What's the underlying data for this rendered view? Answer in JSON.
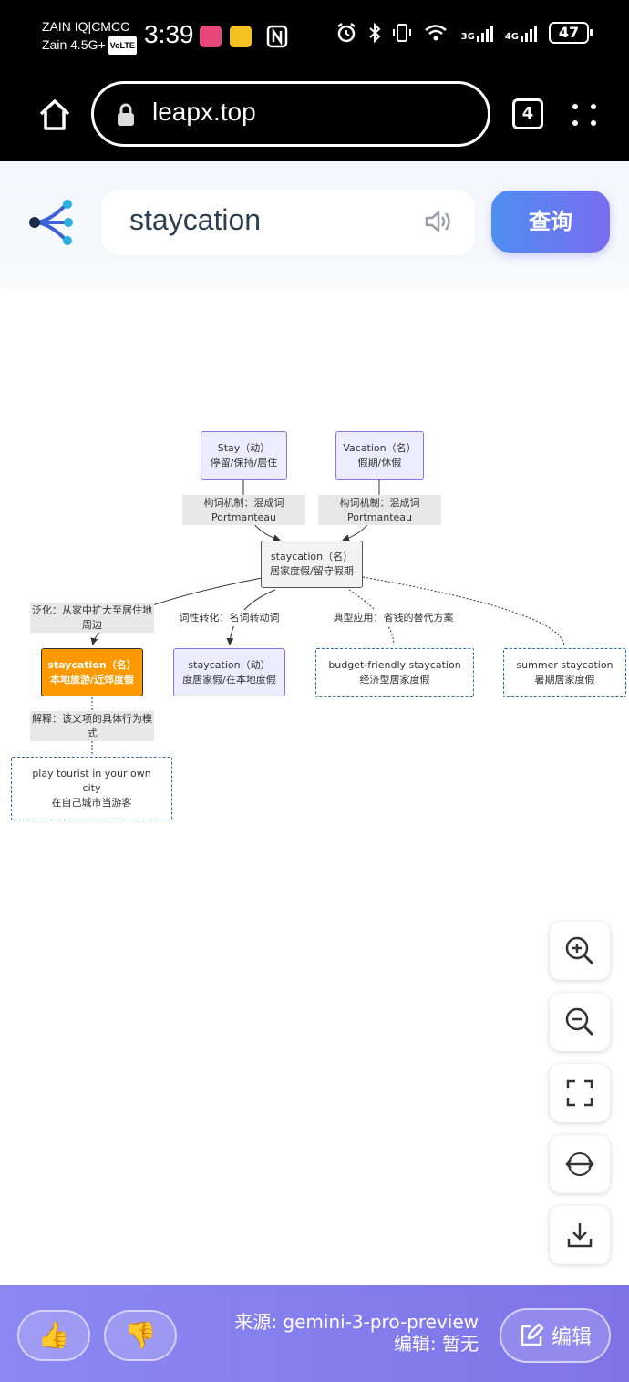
{
  "status": {
    "carrier_line1": "ZAIN IQ|CMCC",
    "carrier_line2": "Zain 4.5G+",
    "volte": "VoLTE",
    "time": "3:39",
    "signal1": "3G",
    "signal2": "4G",
    "battery": "47"
  },
  "browser": {
    "url": "leapx.top",
    "tab_count": "4"
  },
  "search": {
    "query": "staycation",
    "button": "查询"
  },
  "diagram": {
    "nodes": {
      "stay": [
        "Stay（动）",
        "停留/保持/居住"
      ],
      "vacation": [
        "Vacation（名）",
        "假期/休假"
      ],
      "root": [
        "staycation（名）",
        "居家度假/留守假期"
      ],
      "local": [
        "staycation（名）",
        "本地旅游/近郊度假"
      ],
      "verb": [
        "staycation（动）",
        "度居家假/在本地度假"
      ],
      "budget": [
        "budget-friendly staycation",
        "经济型居家度假"
      ],
      "summer": [
        "summer staycation",
        "暑期居家度假"
      ],
      "tourist": [
        "play tourist in your own",
        "city",
        "在自己城市当游客"
      ]
    },
    "edge_labels": {
      "mech1": [
        "构词机制：混成词",
        "Portmanteau"
      ],
      "mech2": [
        "构词机制：混成词",
        "Portmanteau"
      ],
      "generalize": [
        "泛化：从家中扩大至居住地",
        "周边"
      ],
      "conversion": [
        "词性转化：名词转动词"
      ],
      "typical": [
        "典型应用：省钱的替代方案"
      ],
      "explain": [
        "解释：该义项的具体行为模",
        "式"
      ]
    }
  },
  "footer": {
    "source": "来源: gemini-3-pro-preview",
    "editor": "编辑: 暂无",
    "edit_button": "编辑",
    "like": "👍",
    "dislike": "👎"
  },
  "colors": {
    "node_purple_fill": "#ececff",
    "node_purple_border": "#9370db",
    "highlight_orange": "#ff9900",
    "dashed_blue": "#2e6da4",
    "query_gradient_start": "#4f8ef0",
    "query_gradient_end": "#7a6cf0",
    "footer_purple": "#8b88f2"
  }
}
